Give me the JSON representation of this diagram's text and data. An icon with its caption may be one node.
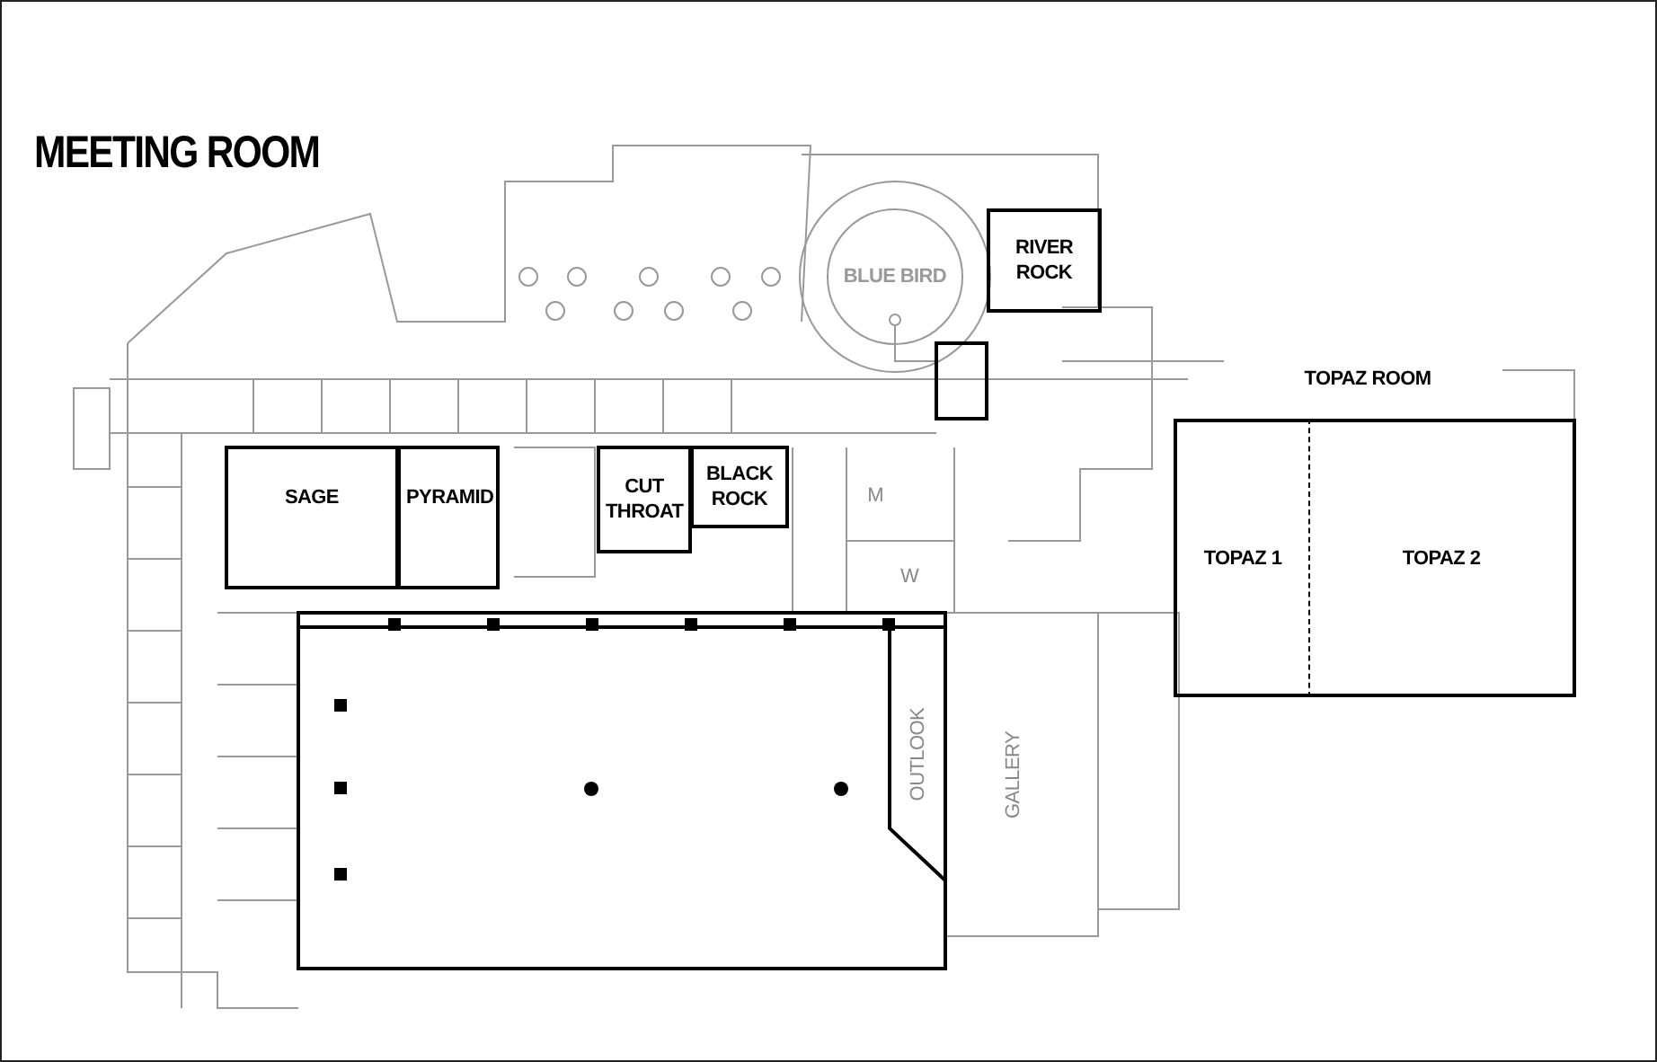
{
  "diagram": {
    "title": "MEETING ROOM",
    "nodes": [
      {
        "text": [
          "BLUE BIRD"
        ]
      },
      {
        "text": [
          "RIVER ROCK"
        ]
      },
      {
        "text": [
          "TOPAZ ROOM"
        ]
      },
      {
        "text": [
          "SAGE"
        ]
      },
      {
        "text": [
          "PYRAMID"
        ]
      },
      {
        "text": [
          "CUT THROAT"
        ]
      },
      {
        "text": [
          "BLACK ROCK"
        ]
      },
      {
        "text": [
          "M"
        ]
      },
      {
        "text": [
          "W"
        ]
      },
      {
        "text": [
          "TOPAZ 1"
        ],
        "in": 2
      },
      {
        "text": [
          "TOPAZ 2"
        ],
        "in": 2
      },
      {
        "text": [
          "OUTLOOK"
        ]
      },
      {
        "text": [
          "GALLERY"
        ]
      }
    ],
    "edges": []
  }
}
